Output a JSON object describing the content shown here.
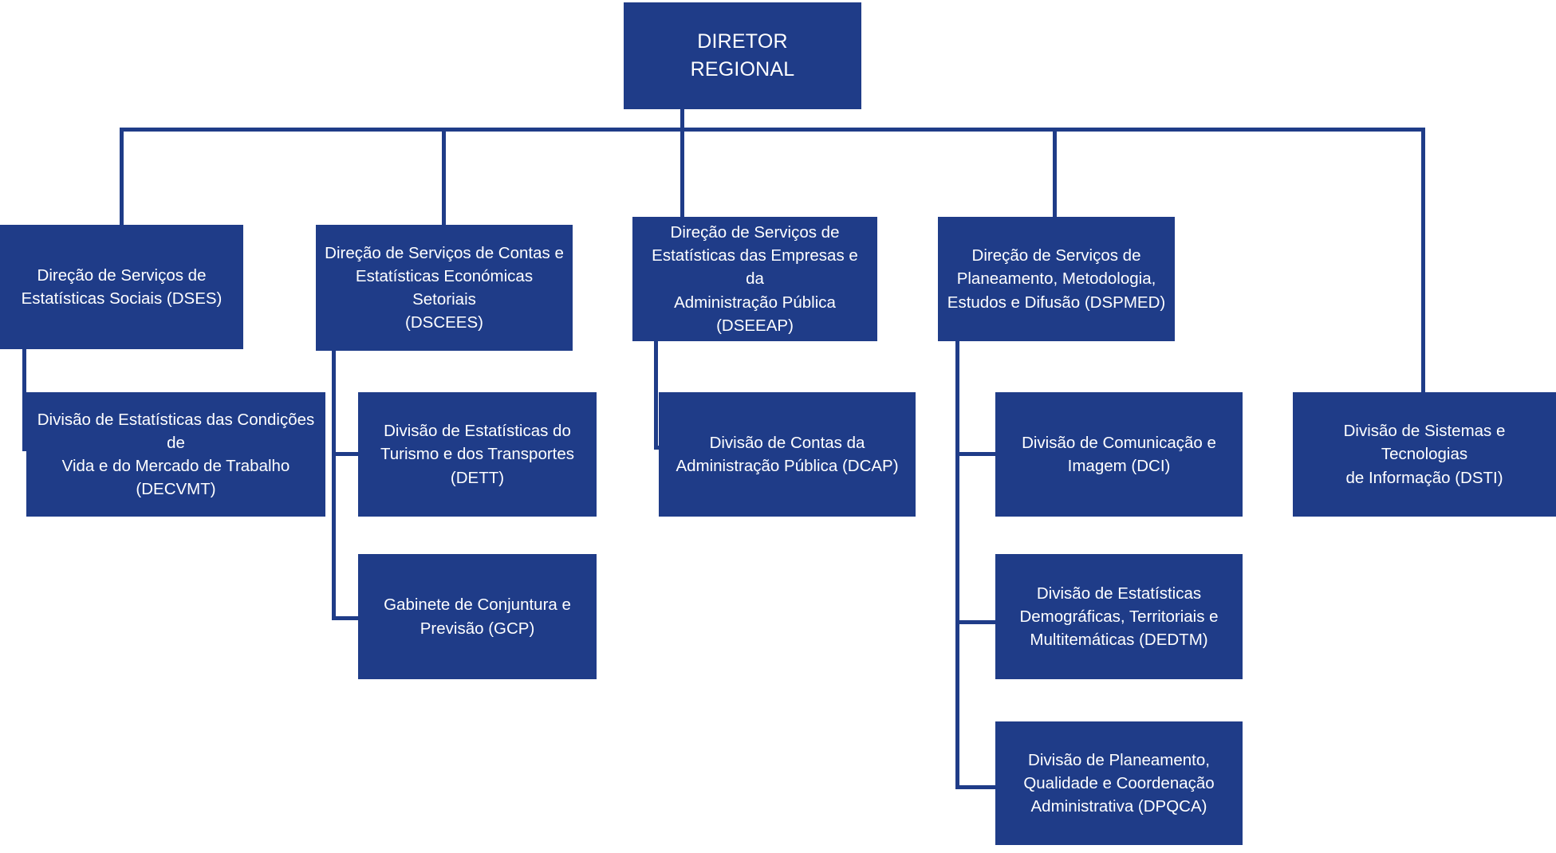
{
  "meta": {
    "title": "Organograma",
    "accent_color": "#1F3C88",
    "background_color": "#FFFFFF",
    "text_color": "#FFFFFF"
  },
  "root": {
    "label": "DIRETOR\nREGIONAL",
    "code": "DIRETOR REGIONAL"
  },
  "directorates": [
    {
      "id": "dses",
      "label": "Direção de Serviços de\nEstatísticas Sociais (DSES)",
      "code": "DSES",
      "divisions": [
        {
          "id": "decvmt",
          "label": "Divisão de Estatísticas das Condições de\nVida e do Mercado de Trabalho\n(DECVMT)",
          "code": "DECVMT"
        }
      ]
    },
    {
      "id": "dscees",
      "label": "Direção de Serviços de Contas e\nEstatísticas Económicas Setoriais\n(DSCEES)",
      "code": "DSCEES",
      "divisions": [
        {
          "id": "dett",
          "label": "Divisão de Estatísticas do\nTurismo e dos Transportes\n(DETT)",
          "code": "DETT"
        },
        {
          "id": "gcp",
          "label": "Gabinete de Conjuntura e\nPrevisão (GCP)",
          "code": "GCP"
        }
      ]
    },
    {
      "id": "dseeap",
      "label": "Direção de Serviços de\nEstatísticas das Empresas e da\nAdministração Pública (DSEEAP)",
      "code": "DSEEAP",
      "divisions": [
        {
          "id": "dcap",
          "label": "Divisão de Contas da\nAdministração Pública (DCAP)",
          "code": "DCAP"
        }
      ]
    },
    {
      "id": "dspmed",
      "label": "Direção de Serviços de\nPlaneamento, Metodologia,\nEstudos e Difusão (DSPMED)",
      "code": "DSPMED",
      "divisions": [
        {
          "id": "dci",
          "label": "Divisão de Comunicação e\nImagem (DCI)",
          "code": "DCI"
        },
        {
          "id": "dedtm",
          "label": "Divisão de Estatísticas\nDemográficas, Territoriais e\nMultitemáticas (DEDTM)",
          "code": "DEDTM"
        },
        {
          "id": "dpqca",
          "label": "Divisão de Planeamento,\nQualidade e Coordenação\nAdministrativa (DPQCA)",
          "code": "DPQCA"
        }
      ]
    },
    {
      "id": "dsti-branch",
      "label": "",
      "code": "",
      "divisions": [
        {
          "id": "dsti",
          "label": "Divisão de Sistemas e Tecnologias\nde Informação (DSTI)",
          "code": "DSTI"
        }
      ]
    }
  ]
}
